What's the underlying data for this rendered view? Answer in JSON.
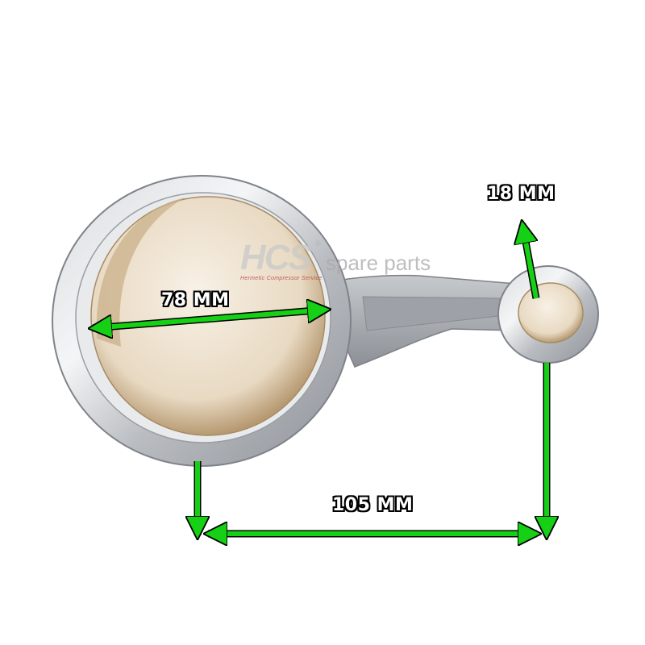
{
  "image": {
    "subject": "compressor connecting rod",
    "background_color": "#ffffff",
    "arrow_color": "#16d016"
  },
  "watermark": {
    "brand": "HCS",
    "registered": "®",
    "suffix": "spare parts",
    "tagline": "Hermetic Compressor Service"
  },
  "dimensions": {
    "big_end_diameter": "78 MM",
    "small_end_diameter": "18 MM",
    "center_distance": "105 MM"
  }
}
